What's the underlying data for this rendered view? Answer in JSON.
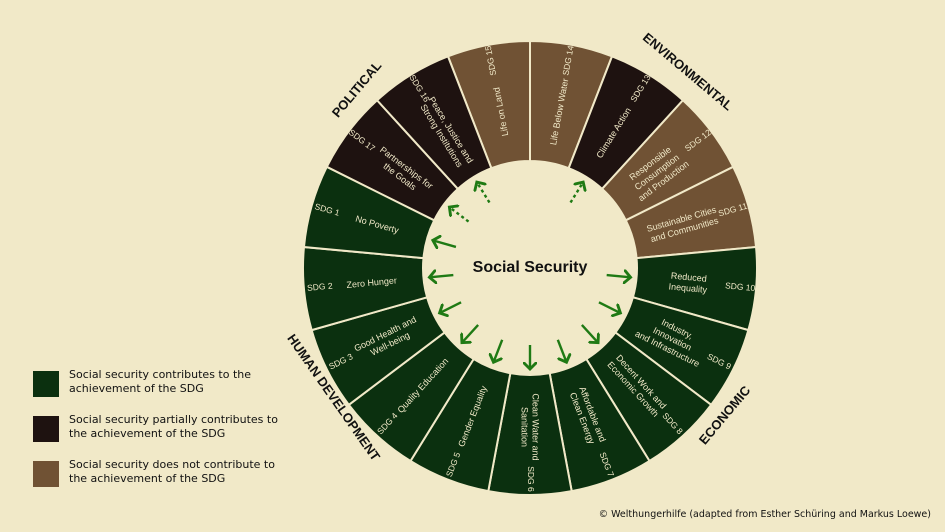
{
  "center_label": "Social Security",
  "colors": {
    "background": "#F1E9C8",
    "contributes": "#0B300F",
    "partial": "#1E1210",
    "none": "#705234",
    "arrow": "#1F7A14",
    "segment_border": "#F1E9C8"
  },
  "groups": [
    {
      "label": "POLITICAL"
    },
    {
      "label": "ENVIRONMENTAL"
    },
    {
      "label": "ECONOMIC"
    },
    {
      "label": "HUMAN DEVELOPMENT"
    }
  ],
  "segments": [
    {
      "sdg": "SDG 15",
      "name": [
        "Life on Land"
      ],
      "status": "none"
    },
    {
      "sdg": "SDG 14",
      "name": [
        "Life Below Water"
      ],
      "status": "none"
    },
    {
      "sdg": "SDG 13",
      "name": [
        "Climate Action"
      ],
      "status": "partial"
    },
    {
      "sdg": "SDG 12",
      "name": [
        "Responsible",
        "Consumption",
        "and Production"
      ],
      "status": "none"
    },
    {
      "sdg": "SDG 11",
      "name": [
        "Sustainable Cities",
        "and Communities"
      ],
      "status": "none"
    },
    {
      "sdg": "SDG 10",
      "name": [
        "Reduced",
        "Inequality"
      ],
      "status": "contributes"
    },
    {
      "sdg": "SDG 9",
      "name": [
        "Industry,",
        "Innovation",
        "and Infrastructure"
      ],
      "status": "contributes"
    },
    {
      "sdg": "SDG 8",
      "name": [
        "Decent Work and",
        "Economic Growth"
      ],
      "status": "contributes"
    },
    {
      "sdg": "SDG 7",
      "name": [
        "Affordable and",
        "Clean Energy"
      ],
      "status": "contributes"
    },
    {
      "sdg": "SDG 6",
      "name": [
        "Clean Water and",
        "Sanitation"
      ],
      "status": "contributes"
    },
    {
      "sdg": "SDG 5",
      "name": [
        "Gender Equality"
      ],
      "status": "contributes"
    },
    {
      "sdg": "SDG 4",
      "name": [
        "Quality Education"
      ],
      "status": "contributes"
    },
    {
      "sdg": "SDG 3",
      "name": [
        "Good Health and",
        "Well-being"
      ],
      "status": "contributes"
    },
    {
      "sdg": "SDG 2",
      "name": [
        "Zero Hunger"
      ],
      "status": "contributes"
    },
    {
      "sdg": "SDG 1",
      "name": [
        "No Poverty"
      ],
      "status": "contributes"
    },
    {
      "sdg": "SDG 17",
      "name": [
        "Partnerships for",
        "the Goals"
      ],
      "status": "partial"
    },
    {
      "sdg": "SDG 16",
      "name": [
        "Peace, Justice and",
        "Strong Institutions"
      ],
      "status": "partial"
    }
  ],
  "legend": [
    {
      "status": "contributes",
      "text": "Social security contributes to the achievement of the SDG"
    },
    {
      "status": "partial",
      "text": "Social security partially contributes to the achievement of the SDG"
    },
    {
      "status": "none",
      "text": "Social security does not contribute to the achievement of the SDG"
    }
  ],
  "credit": "© Welthungerhilfe (adapted from Esther Schüring and Markus Loewe)"
}
